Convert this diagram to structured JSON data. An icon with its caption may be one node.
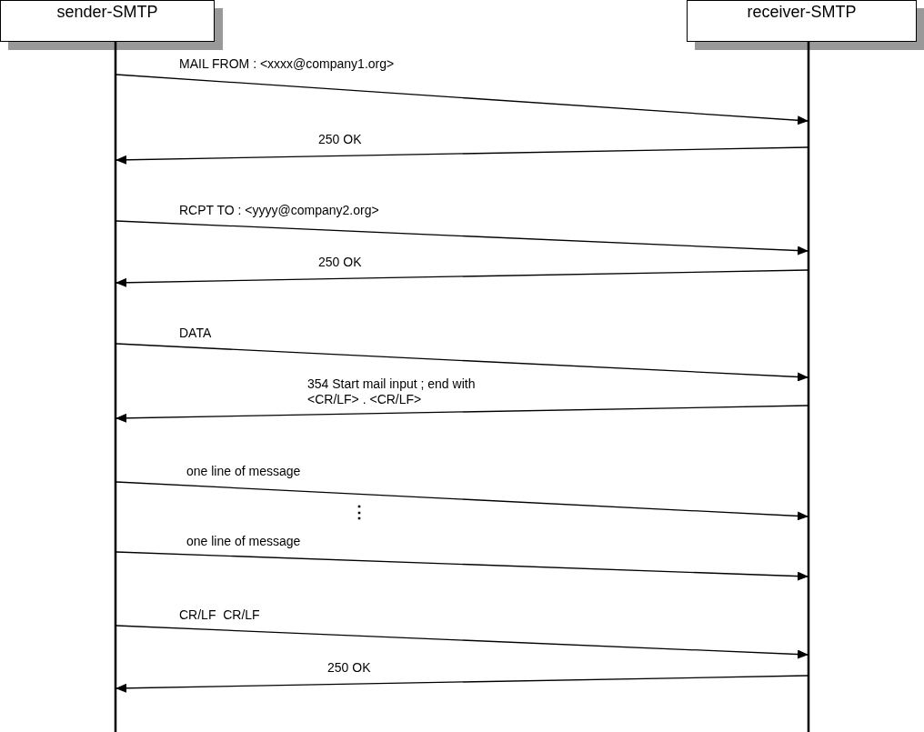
{
  "diagram": {
    "nodes": [
      {
        "text": [
          "sender-SMTP"
        ]
      },
      {
        "text": [
          "receiver-SMTP"
        ]
      }
    ],
    "edges": [
      {
        "from": 0,
        "to": 1,
        "arrow": "to",
        "label": "MAIL FROM : <xxxx@company1.org>"
      },
      {
        "from": 1,
        "to": 0,
        "arrow": "to",
        "label": "250 OK"
      },
      {
        "from": 0,
        "to": 1,
        "arrow": "to",
        "label": "RCPT TO : <yyyy@company2.org>"
      },
      {
        "from": 1,
        "to": 0,
        "arrow": "to",
        "label": "250 OK"
      },
      {
        "from": 0,
        "to": 1,
        "arrow": "to",
        "label": "DATA"
      },
      {
        "from": 1,
        "to": 0,
        "arrow": "to",
        "label": "354 Start mail input ; end with <CR/LF> . <CR/LF>"
      },
      {
        "from": 0,
        "to": 1,
        "arrow": "to",
        "label": "one line of message"
      },
      {
        "from": 0,
        "to": 1,
        "arrow": "to",
        "label": "one line of message"
      },
      {
        "from": 0,
        "to": 1,
        "arrow": "to",
        "label": "CR/LF  CR/LF"
      },
      {
        "from": 1,
        "to": 0,
        "arrow": "to",
        "label": "250 OK"
      }
    ],
    "labels": [
      "⋮"
    ]
  }
}
